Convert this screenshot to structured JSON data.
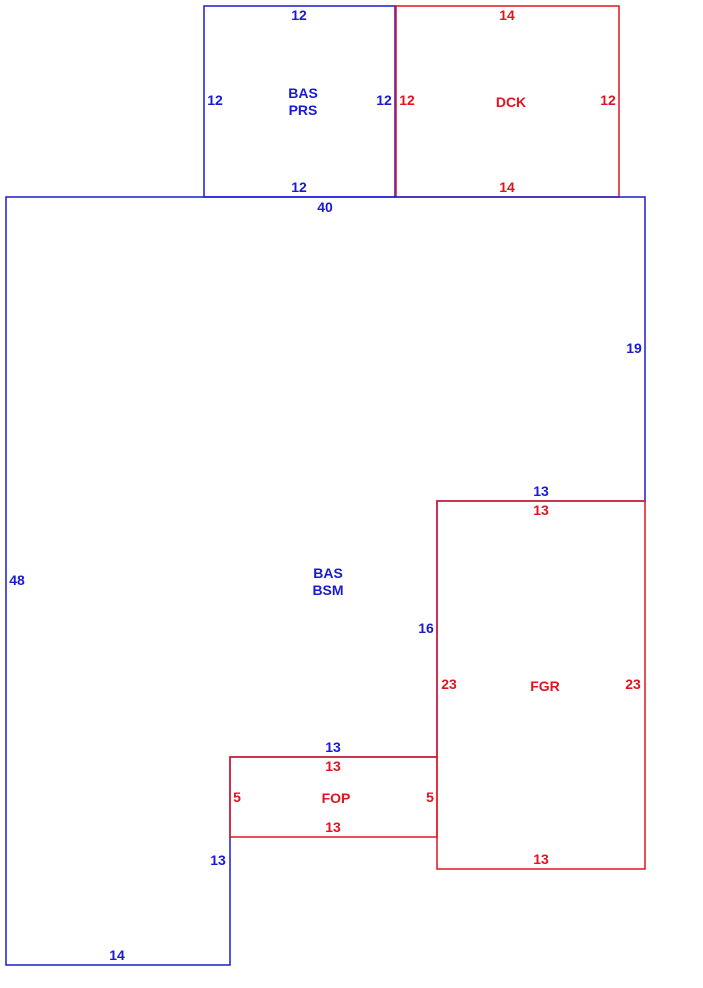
{
  "colors": {
    "blue": "#1a1ad4",
    "red": "#e0141e"
  },
  "areas": {
    "bas_prs": {
      "codes": [
        "BAS",
        "PRS"
      ],
      "dims": {
        "top": "12",
        "left": "12",
        "right": "12",
        "bottom": "12"
      }
    },
    "dck": {
      "codes": [
        "DCK"
      ],
      "dims": {
        "top": "14",
        "left": "12",
        "right": "12",
        "bottom": "14"
      }
    },
    "bas_bsm": {
      "codes": [
        "BAS",
        "BSM"
      ],
      "dims": {
        "top": "40",
        "right": "19",
        "notch_top": "13",
        "notch_left": "16",
        "step_top": "13",
        "step_left": "13",
        "bottom": "14",
        "left": "48"
      }
    },
    "fgr": {
      "codes": [
        "FGR"
      ],
      "dims": {
        "top": "13",
        "left": "23",
        "right": "23",
        "bottom": "13"
      }
    },
    "fop": {
      "codes": [
        "FOP"
      ],
      "dims": {
        "top": "13",
        "left": "5",
        "right": "5",
        "bottom": "13"
      }
    }
  }
}
